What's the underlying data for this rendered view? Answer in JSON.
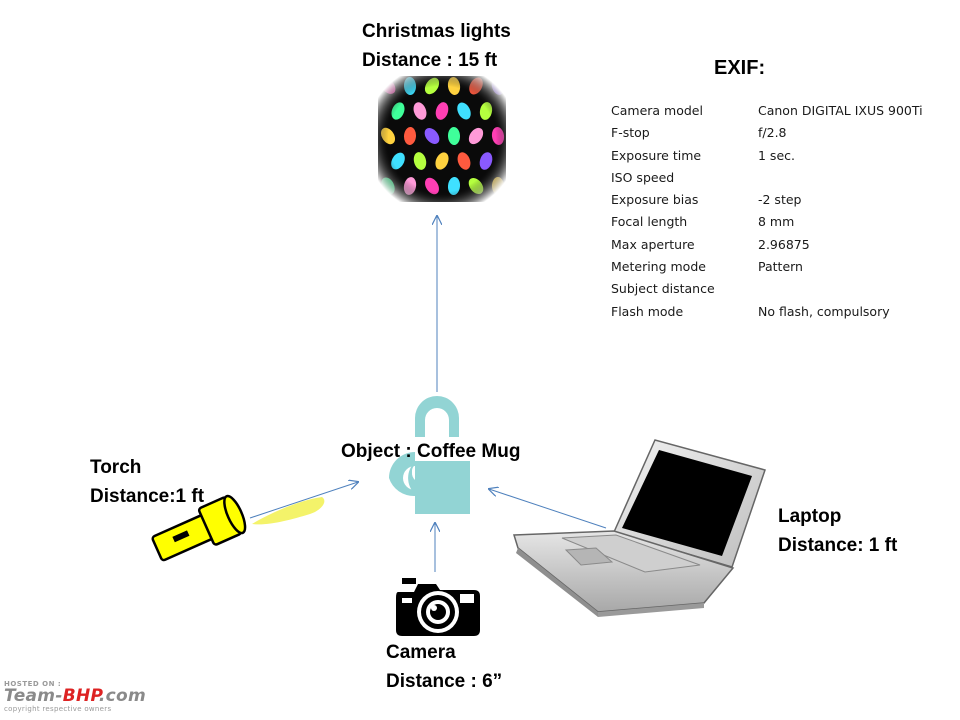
{
  "christmas": {
    "line1": "Christmas lights",
    "line2": "Distance : 15 ft"
  },
  "object": {
    "label": "Object : Coffee Mug"
  },
  "torch": {
    "line1": "Torch",
    "line2": "Distance:1 ft"
  },
  "laptop": {
    "line1": "Laptop",
    "line2": "Distance: 1 ft"
  },
  "camera": {
    "line1": "Camera",
    "line2": "Distance : 6”"
  },
  "exif": {
    "title": "EXIF:",
    "rows": [
      {
        "key": "Camera model",
        "value": "Canon DIGITAL IXUS 900Ti"
      },
      {
        "key": "F-stop",
        "value": "f/2.8"
      },
      {
        "key": "Exposure time",
        "value": "1 sec."
      },
      {
        "key": "ISO speed",
        "value": ""
      },
      {
        "key": "Exposure bias",
        "value": "-2 step"
      },
      {
        "key": "Focal length",
        "value": "8 mm"
      },
      {
        "key": "Max aperture",
        "value": "2.96875"
      },
      {
        "key": "Metering mode",
        "value": "Pattern"
      },
      {
        "key": "Subject distance",
        "value": ""
      },
      {
        "key": "Flash mode",
        "value": "No flash, compulsory"
      }
    ]
  },
  "watermark": {
    "hosted": "HOSTED ON :",
    "brand_a": "Team-",
    "brand_b": "BHP",
    "brand_c": ".com",
    "copyright": "copyright respective owners"
  },
  "colors": {
    "arrow": "#4f81bd",
    "mug": "#92d4d4",
    "torch": "#ffff00",
    "beam": "#f4f36a"
  }
}
